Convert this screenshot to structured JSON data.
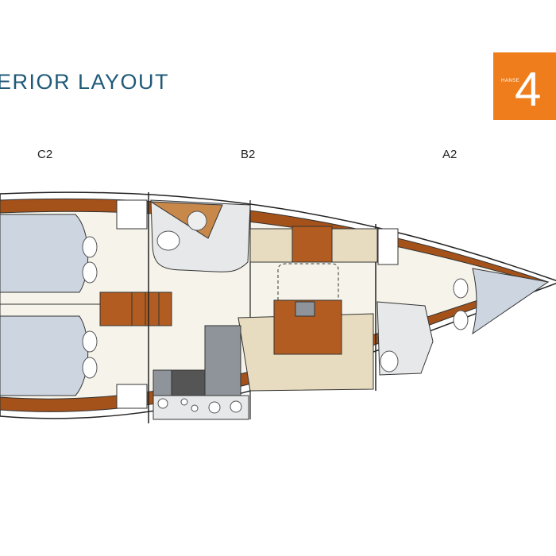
{
  "title": "ERIOR LAYOUT",
  "logo": {
    "brand": "HANSE",
    "model": "4",
    "color": "#ef7d1b"
  },
  "zones": [
    "C2",
    "B2",
    "A2"
  ],
  "colors": {
    "title": "#1f5a78",
    "wood": "#a4511a",
    "cushion": "#e8dcc0",
    "cabin_berth": "#cdd6e0",
    "floor": "#f6f4ea",
    "galley": "#8e949a"
  }
}
